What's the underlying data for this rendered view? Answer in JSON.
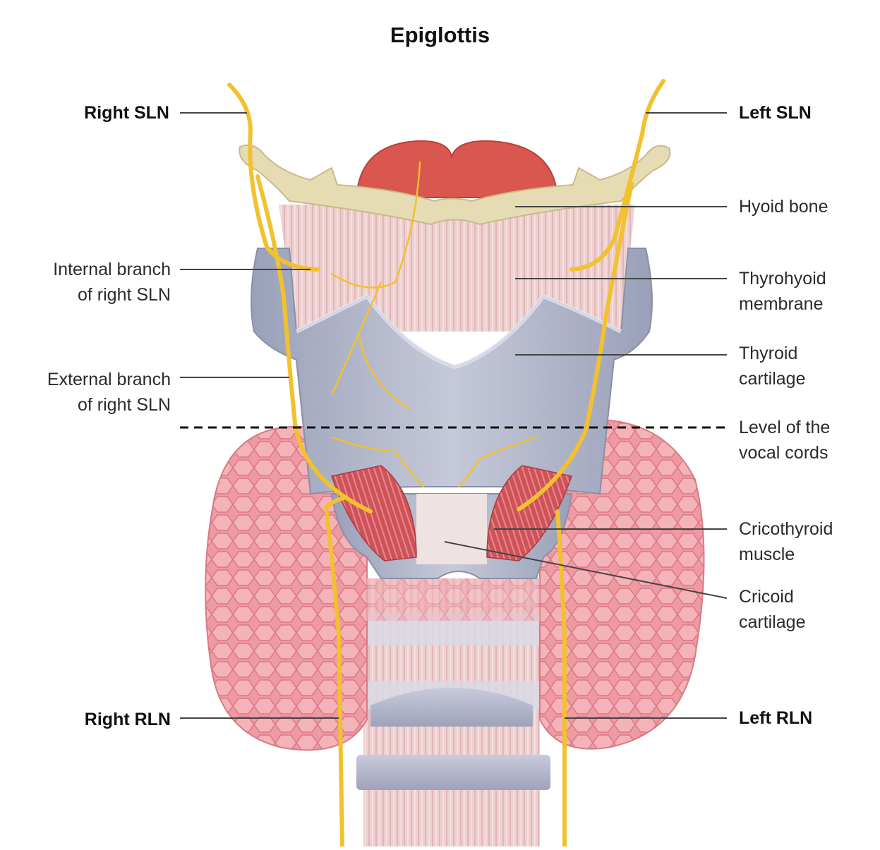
{
  "title": "Epiglottis",
  "labels": {
    "right_sln": "Right SLN",
    "left_sln": "Left SLN",
    "hyoid_bone": "Hyoid bone",
    "internal_branch": [
      "Internal branch",
      "of right SLN"
    ],
    "thyrohyoid_membrane": [
      "Thyrohyoid",
      "membrane"
    ],
    "external_branch": [
      "External branch",
      "of right SLN"
    ],
    "thyroid_cartilage": [
      "Thyroid",
      "cartilage"
    ],
    "vocal_cords_level": [
      "Level of the",
      "vocal cords"
    ],
    "cricothyroid_muscle": [
      "Cricothyroid",
      "muscle"
    ],
    "cricoid_cartilage": [
      "Cricoid",
      "cartilage"
    ],
    "right_rln": "Right RLN",
    "left_rln": "Left RLN"
  },
  "colors": {
    "nerve": "#f2c12e",
    "hyoid": "#e6dcb4",
    "membrane": "#ecc9c9",
    "thyroid_cartilage": "#aeb2c6",
    "thyroid_gland": "#ec8d97",
    "muscle": "#cf5258",
    "epiglottis": "#d9574f",
    "leader_line": "#444444"
  }
}
